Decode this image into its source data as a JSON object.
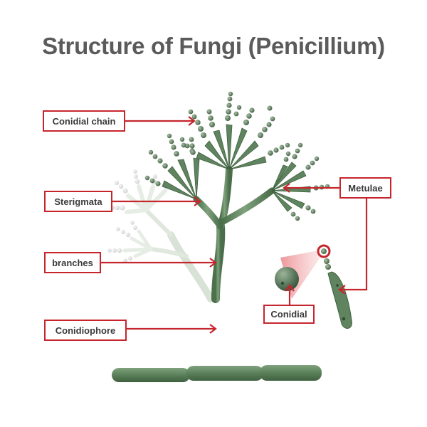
{
  "title": "Structure of Fungi (Penicillium)",
  "labels": {
    "conidial_chain": "Conidial chain",
    "sterigmata": "Sterigmata",
    "branches": "branches",
    "conidiophore": "Conidiophore",
    "metulae": "Metulae",
    "conidial": "Conidial"
  },
  "colors": {
    "fungus_green": "#587e58",
    "fungus_light": "#a9c4a5",
    "pointer_red": "#c6252d",
    "title_gray": "#5b5b5b"
  }
}
